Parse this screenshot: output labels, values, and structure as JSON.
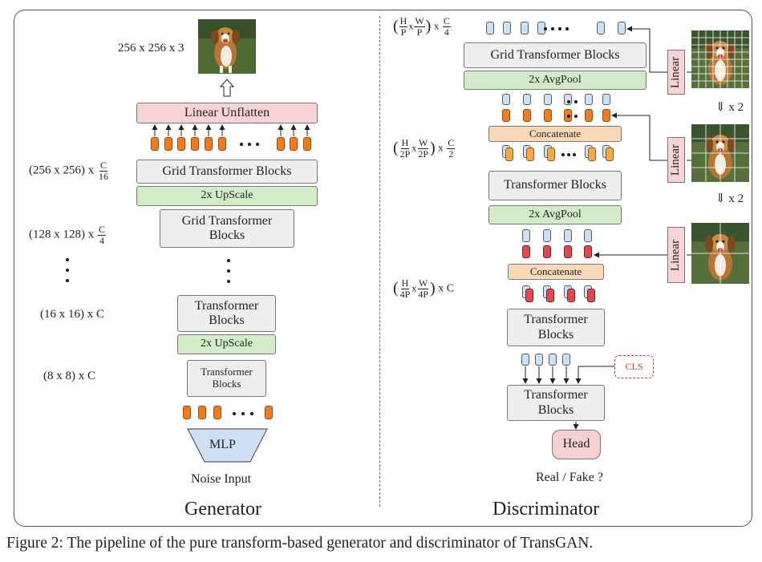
{
  "generator": {
    "title": "Generator",
    "image_size": "256 x 256 x 3",
    "linear_unflatten": "Linear Unflatten",
    "grid_transformer_blocks_1": "Grid Transformer Blocks",
    "upscale_1": "2x UpScale",
    "grid_transformer_blocks_2": "Grid Transformer Blocks",
    "transformer_blocks_1": "Transformer Blocks",
    "upscale_2": "2x UpScale",
    "transformer_blocks_2": "Transformer Blocks",
    "mlp": "MLP",
    "noise_input": "Noise Input",
    "res_256": "(256 x 256) x",
    "res_128": "(128 x 128) x",
    "res_16": "(16 x 16) x C",
    "res_8": "(8 x 8) x C",
    "c": "C",
    "d16": "16",
    "d4": "4"
  },
  "discriminator": {
    "title": "Discriminator",
    "grid_transformer_blocks": "Grid Transformer Blocks",
    "avgpool_1": "2x AvgPool",
    "concatenate_1": "Concatenate",
    "transformer_blocks_1": "Transformer Blocks",
    "avgpool_2": "2x AvgPool",
    "concatenate_2": "Concatenate",
    "transformer_blocks_2": "Transformer Blocks",
    "transformer_blocks_3": "Transformer Blocks",
    "head": "Head",
    "output": "Real / Fake ?",
    "cls": "CLS",
    "linear": "Linear",
    "times2": "x 2",
    "H": "H",
    "W": "W",
    "P": "P",
    "2P": "2P",
    "4P": "4P",
    "C": "C",
    "d4": "4",
    "d2": "2",
    "x": "x",
    "xC": "x C"
  },
  "caption": "Figure 2: The pipeline of the pure transform-based generator and discriminator of TransGAN.",
  "colors": {
    "grey_block": "#eeeeee",
    "green_block": "#d3ecc8",
    "pink_block": "#f8d3d5",
    "peach_block": "#fbd9b8",
    "token_orange": "#f07c1f",
    "token_blue": "#cfe0f3",
    "token_red": "#df4a4f",
    "cls_red": "#c0392b"
  }
}
